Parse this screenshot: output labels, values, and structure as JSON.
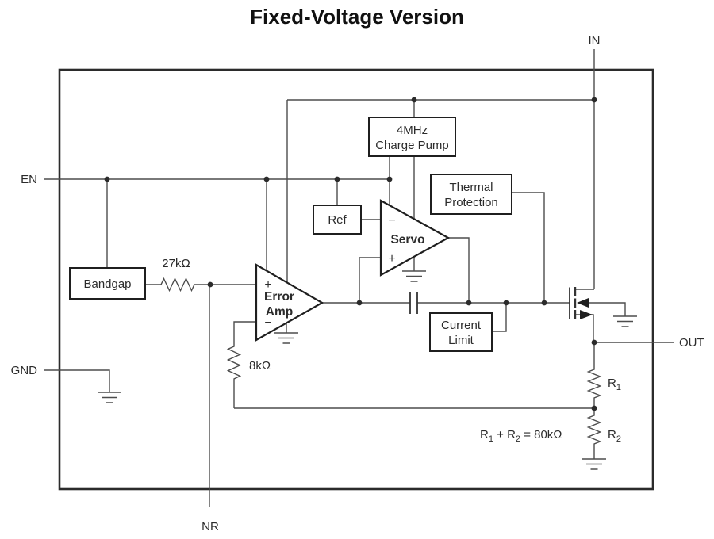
{
  "title": "Fixed-Voltage Version",
  "pins": {
    "in": "IN",
    "en": "EN",
    "gnd": "GND",
    "out": "OUT",
    "nr": "NR"
  },
  "blocks": {
    "charge_pump": {
      "line1": "4MHz",
      "line2": "Charge Pump"
    },
    "ref": {
      "label": "Ref"
    },
    "thermal": {
      "line1": "Thermal",
      "line2": "Protection"
    },
    "current_limit": {
      "line1": "Current",
      "line2": "Limit"
    },
    "bandgap": {
      "label": "Bandgap"
    }
  },
  "amplifiers": {
    "error_amp": {
      "line1": "Error",
      "line2": "Amp",
      "plus": "+",
      "minus": "−"
    },
    "servo": {
      "label": "Servo",
      "plus": "+",
      "minus": "−"
    }
  },
  "resistors": {
    "r27k": "27kΩ",
    "r8k": "8kΩ",
    "r1": {
      "base": "R",
      "sub": "1"
    },
    "r2": {
      "base": "R",
      "sub": "2"
    }
  },
  "equation": {
    "p1": "R",
    "s1": "1",
    "p2": " + R",
    "s2": "2",
    "p3": " = 80kΩ"
  },
  "colors": {
    "wire": "#4d4d4d",
    "border": "#1f1f1f",
    "text": "#2b2b2b",
    "background": "#ffffff"
  }
}
